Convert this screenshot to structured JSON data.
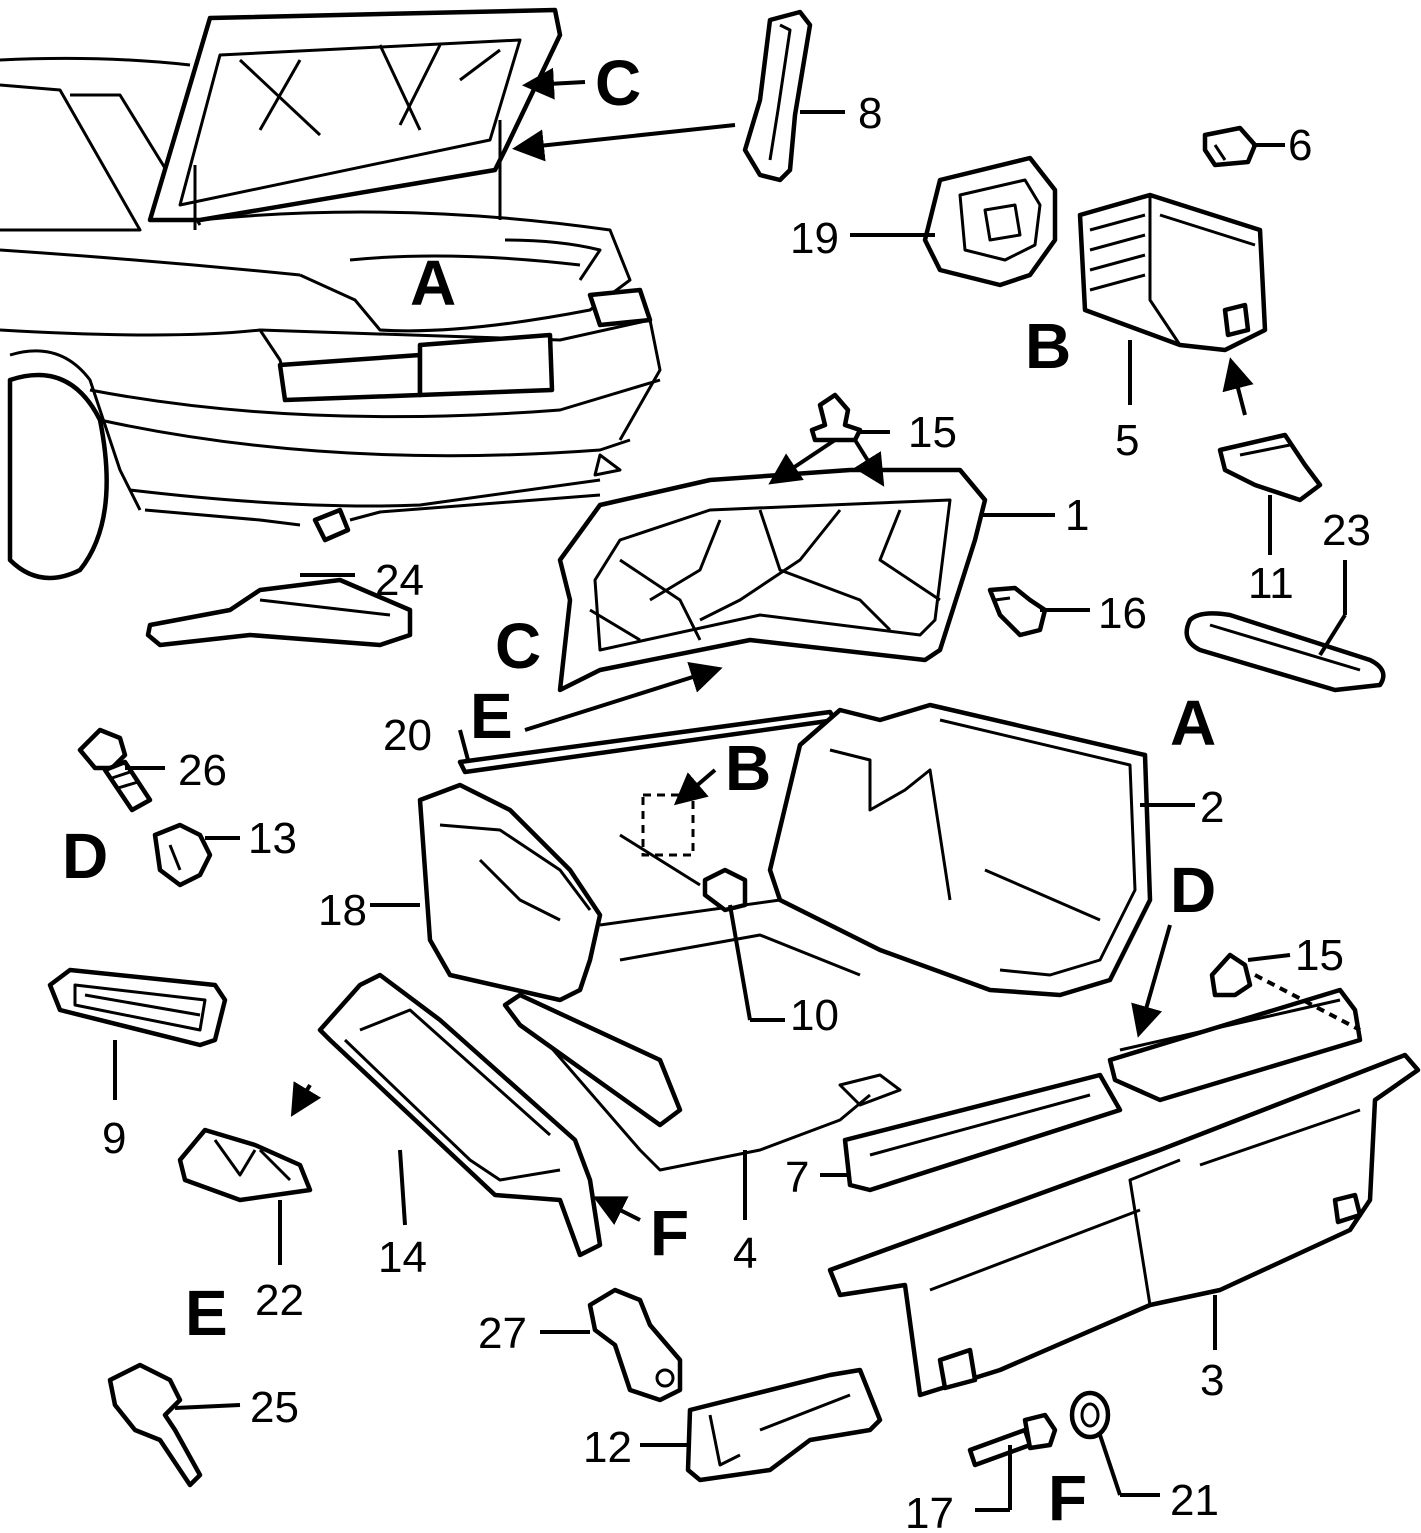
{
  "diagram": {
    "part_numbers": [
      "1",
      "2",
      "3",
      "4",
      "5",
      "6",
      "7",
      "8",
      "9",
      "10",
      "11",
      "12",
      "13",
      "14",
      "15",
      "15",
      "16",
      "17",
      "18",
      "19",
      "20",
      "21",
      "22",
      "23",
      "24",
      "25",
      "26",
      "27"
    ],
    "section_letters": [
      "A",
      "A",
      "B",
      "B",
      "C",
      "C",
      "D",
      "D",
      "E",
      "E",
      "F",
      "F"
    ]
  }
}
